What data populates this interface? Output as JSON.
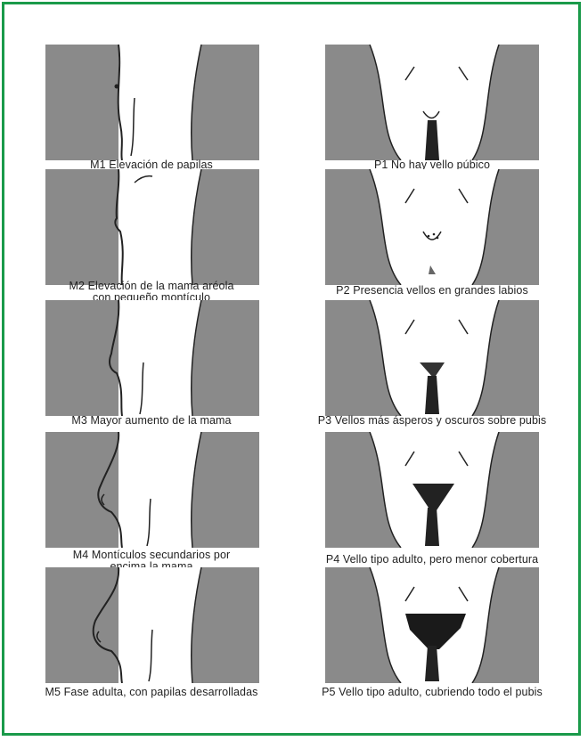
{
  "colors": {
    "frame_border": "#1a9a4a",
    "panel_gray": "#8a8a8a",
    "line": "#222222"
  },
  "breast_stages": [
    {
      "code": "M1",
      "caption_lines": [
        "M1 Elevación de papilas"
      ]
    },
    {
      "code": "M2",
      "caption_lines": [
        "M2  Elevación de la mama aréola",
        "con pequeño montículo"
      ]
    },
    {
      "code": "M3",
      "caption_lines": [
        "M3  Mayor aumento de la mama"
      ]
    },
    {
      "code": "M4",
      "caption_lines": [
        "M4  Montículos secundarios por",
        "encima la mama"
      ]
    },
    {
      "code": "M5",
      "caption_lines": [
        "M5  Fase adulta, con papilas desarrolladas"
      ]
    }
  ],
  "pubic_stages": [
    {
      "code": "P1",
      "caption_lines": [
        "P1  No hay vello púbico"
      ]
    },
    {
      "code": "P2",
      "caption_lines": [
        "P2  Presencia vellos en grandes labios"
      ]
    },
    {
      "code": "P3",
      "caption_lines": [
        "P3  Vellos más ásperos y oscuros sobre pubis"
      ]
    },
    {
      "code": "P4",
      "caption_lines": [
        "P4  Vello tipo adulto, pero menor cobertura"
      ]
    },
    {
      "code": "P5",
      "caption_lines": [
        "P5  Vello tipo adulto, cubriendo todo el pubis"
      ]
    }
  ]
}
